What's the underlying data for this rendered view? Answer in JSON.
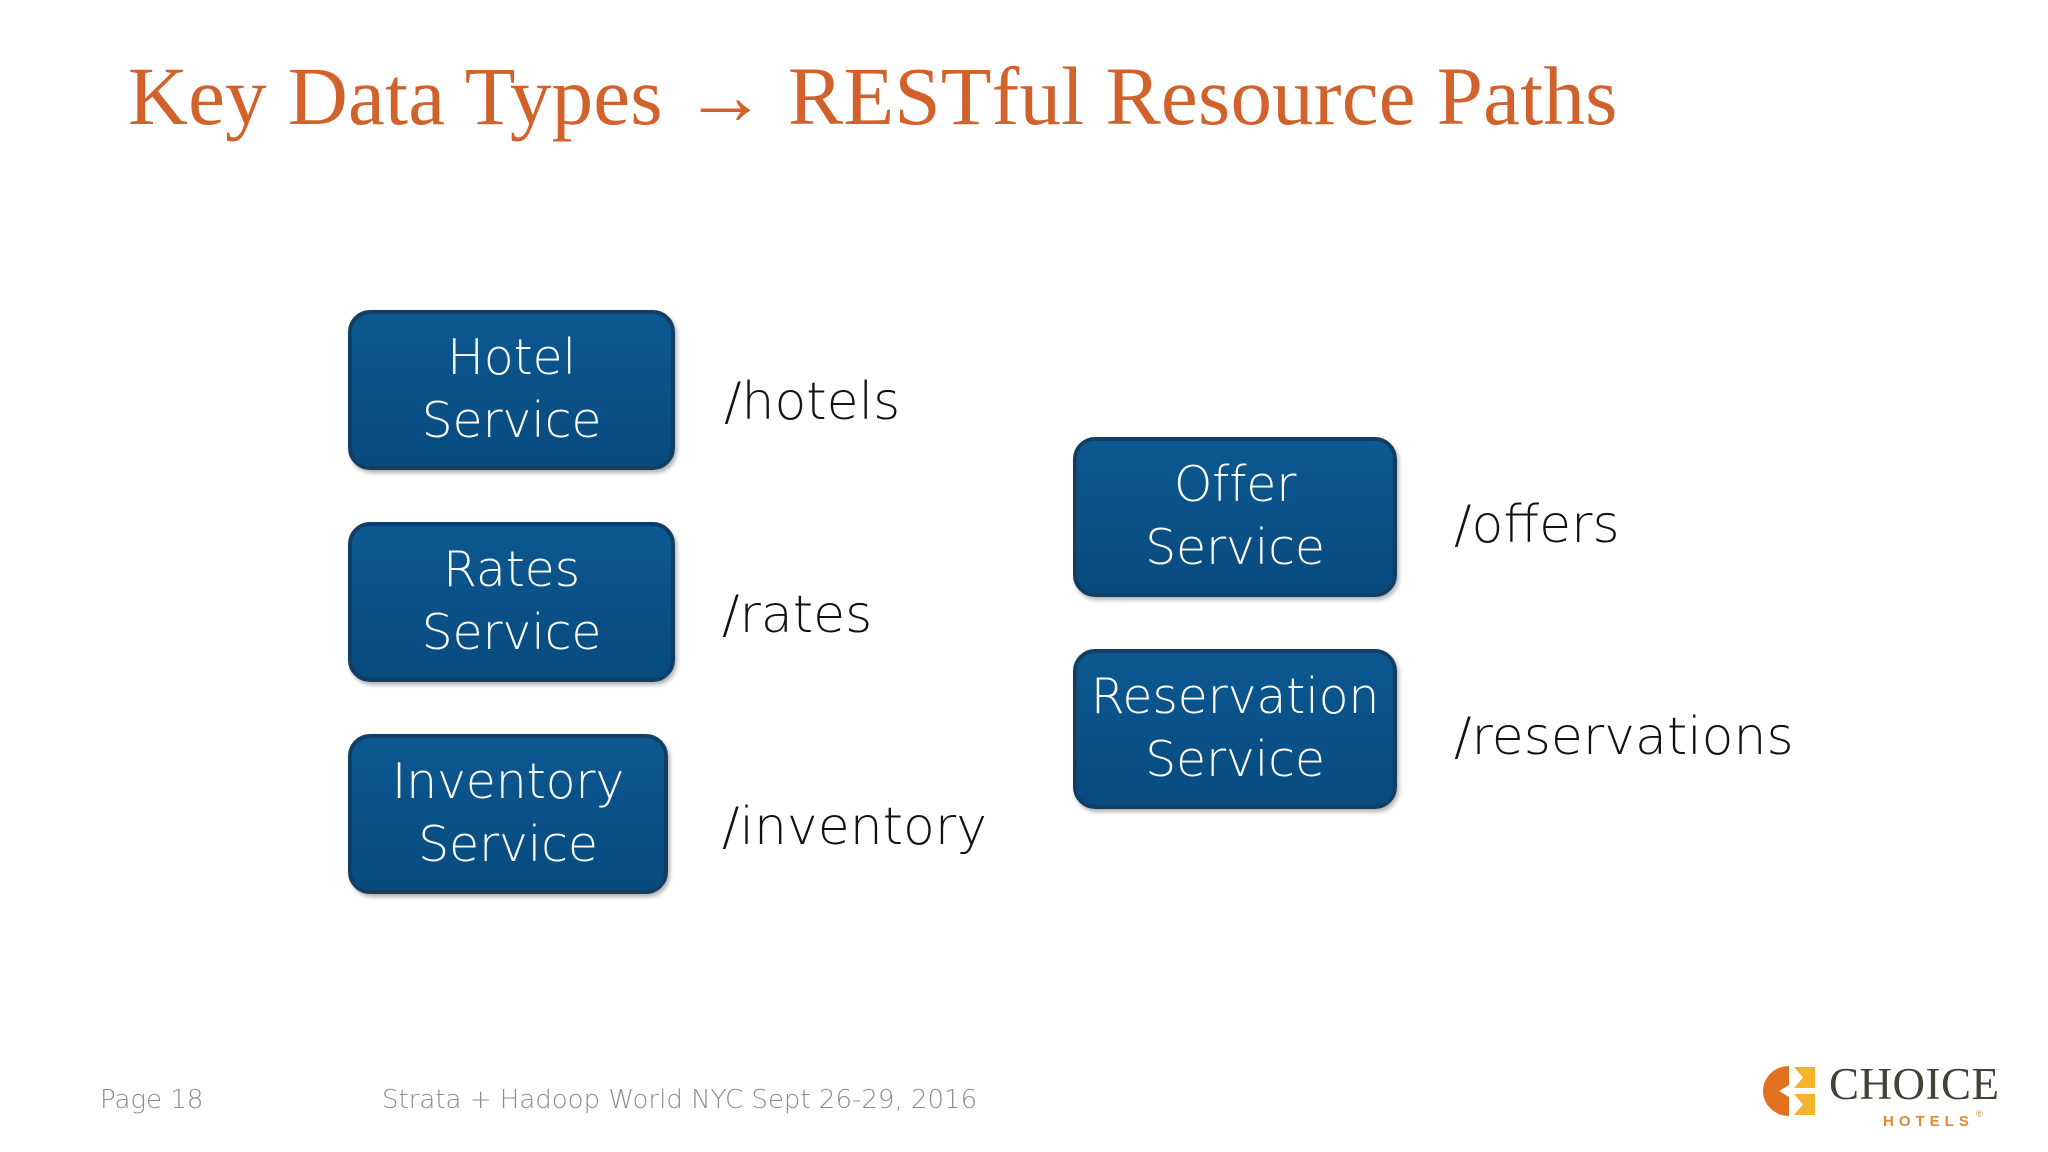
{
  "slide": {
    "title": "Key Data Types → RESTful Resource Paths",
    "background_color": "#FFFFFF",
    "title_color": "#D2622C",
    "box_fill_color": "#0A5289",
    "box_border_color": "#123E63",
    "box_text_color": "#FFFFFF",
    "path_text_color": "#121212",
    "footer_text_color": "#8C8C8C"
  },
  "services": [
    {
      "name": "hotel-service",
      "line1": "Hotel",
      "line2": "Service",
      "path": "/hotels",
      "column": "left"
    },
    {
      "name": "rates-service",
      "line1": "Rates",
      "line2": "Service",
      "path": "/rates",
      "column": "left"
    },
    {
      "name": "inventory-service",
      "line1": "Inventory",
      "line2": "Service",
      "path": "/inventory",
      "column": "left"
    },
    {
      "name": "offer-service",
      "line1": "Offer",
      "line2": "Service",
      "path": "/offers",
      "column": "right"
    },
    {
      "name": "reservation-service",
      "line1": "Reservation",
      "line2": "Service",
      "path": "/reservations",
      "column": "right"
    }
  ],
  "footer": {
    "page_number": "Page 18",
    "event": "Strata + Hadoop World NYC Sept 26-29, 2016"
  },
  "logo": {
    "wordmark": "CHOICE",
    "subwordmark": "HOTELS",
    "trademark": "®",
    "mark_left_color": "#E2701E",
    "mark_right_color": "#F5B32C",
    "wordmark_color": "#3F4438",
    "subwordmark_color": "#E08A33"
  }
}
